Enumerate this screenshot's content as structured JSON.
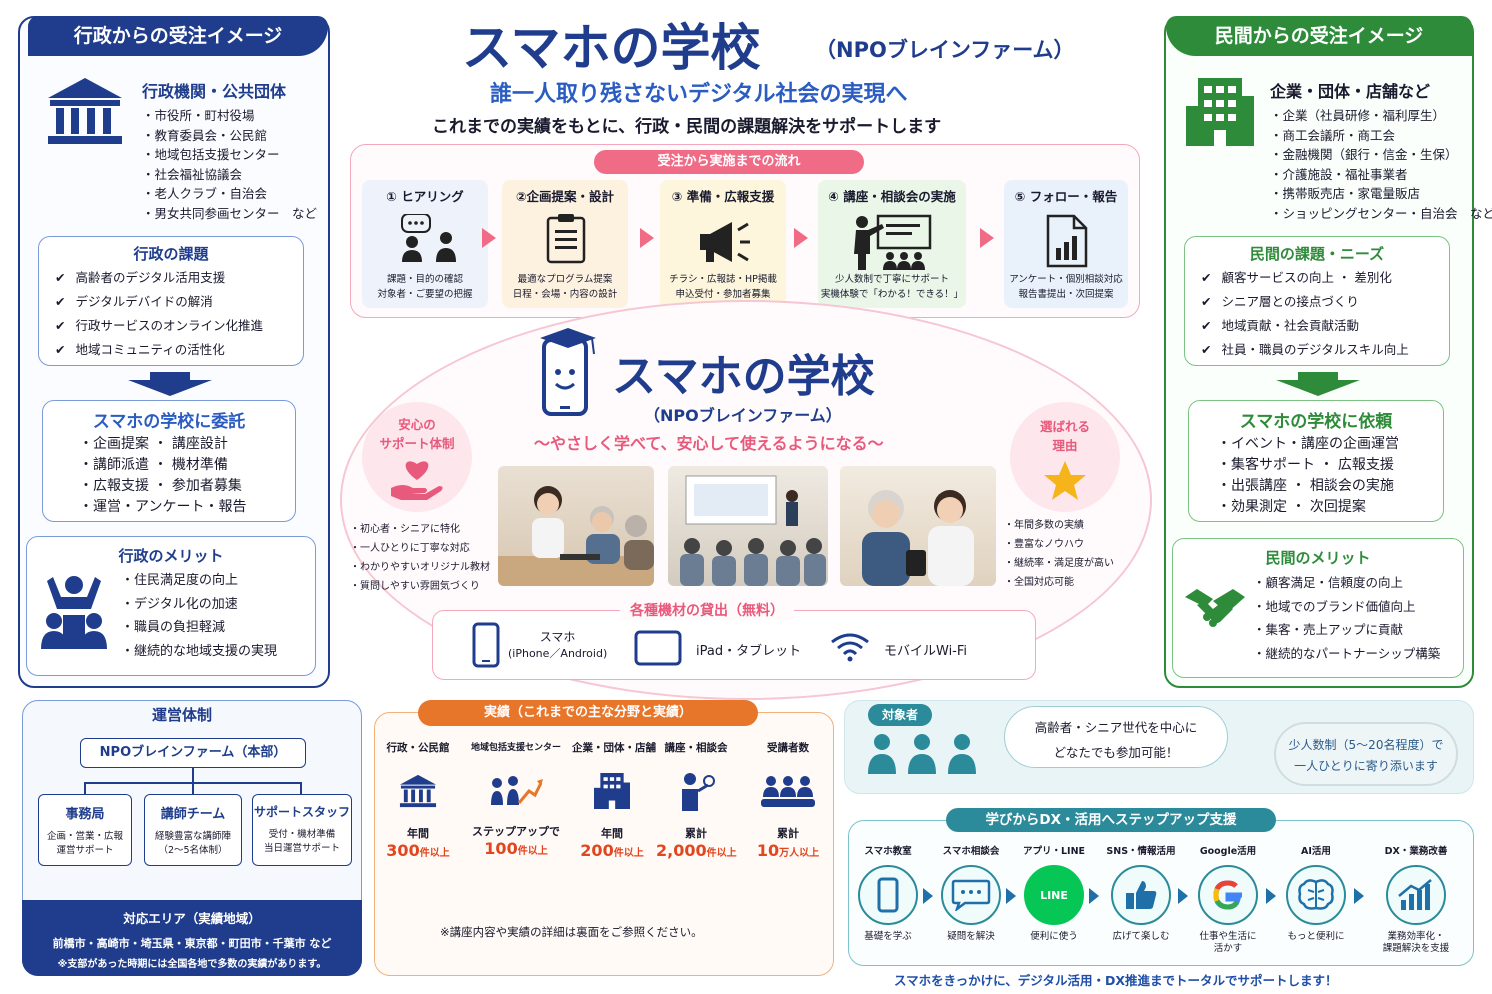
{
  "header": {
    "title": "スマホの学校",
    "org": "（NPOブレインファーム）",
    "tagline": "誰一人取り残さないデジタル社会の実現へ",
    "subtitle": "これまでの実績をもとに、行政・民間の課題解決をサポートします"
  },
  "gov": {
    "panel_title": "行政からの受注イメージ",
    "org_title": "行政機関・公共団体",
    "orgs": [
      "・市役所・町村役場",
      "・教育委員会・公民館",
      "・地域包括支援センター",
      "・社会福祉協議会",
      "・老人クラブ・自治会",
      "・男女共同参画センター　など"
    ],
    "issues_title": "行政の課題",
    "issues": [
      "高齢者のデジタル活用支援",
      "デジタルデバイドの解消",
      "行政サービスのオンライン化推進",
      "地域コミュニティの活性化"
    ],
    "request_title": "スマホの学校に委託",
    "requests": [
      "・企画提案 ・ 講座設計",
      "・講師派遣 ・ 機材準備",
      "・広報支援 ・ 参加者募集",
      "・運営・アンケート・報告"
    ],
    "merit_title": "行政のメリット",
    "merits": [
      "・住民満足度の向上",
      "・デジタル化の加速",
      "・職員の負担軽減",
      "・継続的な地域支援の実現"
    ]
  },
  "priv": {
    "panel_title": "民間からの受注イメージ",
    "org_title": "企業・団体・店舗など",
    "orgs": [
      "・企業（社員研修・福利厚生）",
      "・商工会議所・商工会",
      "・金融機関（銀行・信金・生保）",
      "・介護施設・福祉事業者",
      "・携帯販売店・家電量販店",
      "・ショッピングセンター・自治会　など"
    ],
    "issues_title": "民間の課題・ニーズ",
    "issues": [
      "顧客サービスの向上 ・ 差別化",
      "シニア層との接点づくり",
      "地域貢献・社会貢献活動",
      "社員・職員のデジタルスキル向上"
    ],
    "request_title": "スマホの学校に依頼",
    "requests": [
      "・イベント・講座の企画運営",
      "・集客サポート ・ 広報支援",
      "・出張講座 ・ 相談会の実施",
      "・効果測定 ・ 次回提案"
    ],
    "merit_title": "民間のメリット",
    "merits": [
      "・顧客満足・信頼度の向上",
      "・地域でのブランド価値向上",
      "・集客・売上アップに貢献",
      "・継続的なパートナーシップ構築"
    ]
  },
  "flow": {
    "title": "受注から実施までの流れ",
    "steps": [
      {
        "title": "① ヒアリング",
        "d1": "課題・目的の確認",
        "d2": "対象者・ご要望の把握"
      },
      {
        "title": "②企画提案・設計",
        "d1": "最適なプログラム提案",
        "d2": "日程・会場・内容の設計"
      },
      {
        "title": "③ 準備・広報支援",
        "d1": "チラシ・広報誌・HP掲載",
        "d2": "申込受付・参加者募集"
      },
      {
        "title": "④ 講座・相談会の実施",
        "d1": "少人数制で丁寧にサポート",
        "d2": "実機体験で「わかる！できる！」"
      },
      {
        "title": "⑤ フォロー・報告",
        "d1": "アンケート・個別相談対応",
        "d2": "報告書提出・次回提案"
      }
    ]
  },
  "center": {
    "title": "スマホの学校",
    "org": "（NPOブレインファーム）",
    "catch": "～やさしく学べて、安心して使えるようになる～",
    "support_title1": "安心の",
    "support_title2": "サポート体制",
    "support": [
      "初心者・シニアに特化",
      "一人ひとりに丁寧な対応",
      "わかりやすいオリジナル教材",
      "質問しやすい雰囲気づくり"
    ],
    "reason_title1": "選ばれる",
    "reason_title2": "理由",
    "reasons": [
      "年間多数の実績",
      "豊富なノウハウ",
      "継続率・満足度が高い",
      "全国対応可能"
    ],
    "lend_title": "各種機材の貸出（無料）",
    "lend_phone1": "スマホ",
    "lend_phone2": "(iPhone／Android)",
    "lend_tablet": "iPad・タブレット",
    "lend_wifi": "モバイルWi-Fi"
  },
  "ops": {
    "title": "運営体制",
    "hq": "NPOブレインファーム（本部）",
    "units": [
      {
        "name": "事務局",
        "d1": "企画・営業・広報",
        "d2": "運営サポート"
      },
      {
        "name": "講師チーム",
        "d1": "経験豊富な講師陣",
        "d2": "（2～5名体制）"
      },
      {
        "name": "サポートスタッフ",
        "d1": "受付・機材準備",
        "d2": "当日運営サポート"
      }
    ],
    "area_title": "対応エリア（実績地域）",
    "area": "前橋市・高崎市・埼玉県・東京都・町田市・千葉市 など",
    "area_note": "※支部があった時期には全国各地で多数の実績があります。"
  },
  "results": {
    "title": "実績（これまでの主な分野と実績）",
    "cols": [
      {
        "head": "行政・公民館",
        "label": "年間",
        "value": "300",
        "unit": "件以上"
      },
      {
        "head": "地域包括支援センター",
        "label": "ステップアップで",
        "value": "100",
        "unit": "件以上"
      },
      {
        "head": "企業・団体・店舗",
        "label": "年間",
        "value": "200",
        "unit": "件以上"
      },
      {
        "head": "講座・相談会",
        "label": "累計",
        "value": "2,000",
        "unit": "件以上"
      },
      {
        "head": "受講者数",
        "label": "累計",
        "value": "10",
        "unit": "万人以上"
      }
    ],
    "note": "※講座内容や実績の詳細は裏面をご参照ください。"
  },
  "target": {
    "title": "対象者",
    "bubble1": "高齢者・シニア世代を中心に",
    "bubble2": "どなたでも参加可能！",
    "side1": "少人数制（5～20名程度）で",
    "side2": "一人ひとりに寄り添います"
  },
  "dx": {
    "title": "学びからDX・活用へステップアップ支援",
    "steps": [
      {
        "head": "スマホ教室",
        "foot1": "基礎を学ぶ",
        "foot2": ""
      },
      {
        "head": "スマホ相談会",
        "foot1": "疑問を解決",
        "foot2": ""
      },
      {
        "head": "アプリ・LINE",
        "foot1": "便利に使う",
        "foot2": ""
      },
      {
        "head": "SNS・情報活用",
        "foot1": "広げて楽しむ",
        "foot2": ""
      },
      {
        "head": "Google活用",
        "foot1": "仕事や生活に",
        "foot2": "活かす"
      },
      {
        "head": "AI活用",
        "foot1": "もっと便利に",
        "foot2": ""
      },
      {
        "head": "DX・業務改善",
        "foot1": "業務効率化・",
        "foot2": "課題解決を支援"
      }
    ],
    "line_label": "LINE",
    "footer": "スマホをきっかけに、デジタル活用・DX推進までトータルでサポートします！"
  },
  "colors": {
    "navy": "#1f3d8c",
    "green": "#2e8b3a",
    "pink": "#ef6b86",
    "orange": "#e8762a",
    "teal": "#2b8b9a"
  }
}
